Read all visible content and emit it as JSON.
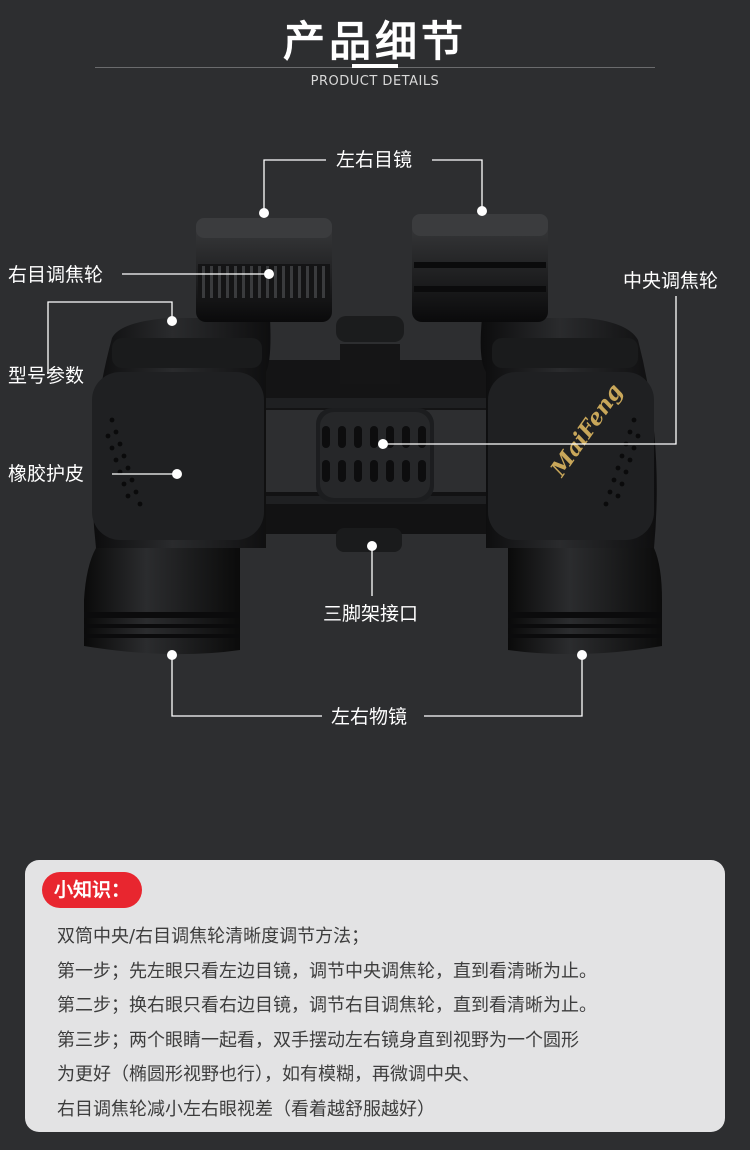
{
  "header": {
    "title": "产品细节",
    "subtitle": "PRODUCT DETAILS"
  },
  "brand": {
    "logo_text": "MaiFeng"
  },
  "callouts": {
    "eyepiece": "左右目镜",
    "right_focus": "右目调焦轮",
    "center_focus": "中央调焦轮",
    "model_params": "型号参数",
    "rubber_skin": "橡胶护皮",
    "tripod_mount": "三脚架接口",
    "objective_lens": "左右物镜"
  },
  "tips": {
    "badge": "小知识：",
    "lines": [
      "双筒中央/右目调焦轮清晰度调节方法；",
      "第一步；先左眼只看左边目镜，调节中央调焦轮，直到看清晰为止。",
      "第二步；换右眼只看右边目镜，调节右目调焦轮，直到看清晰为止。",
      "第三步；两个眼睛一起看，双手摆动左右镜身直到视野为一个圆形",
      "为更好（椭圆形视野也行），如有模糊，再微调中央、",
      "右目调焦轮减小左右眼视差（看着越舒服越好）"
    ]
  },
  "colors": {
    "background": "#2d2e30",
    "badge": "#e8262f",
    "tips_panel": "#e3e3e4",
    "logo": "#c9a75a"
  }
}
